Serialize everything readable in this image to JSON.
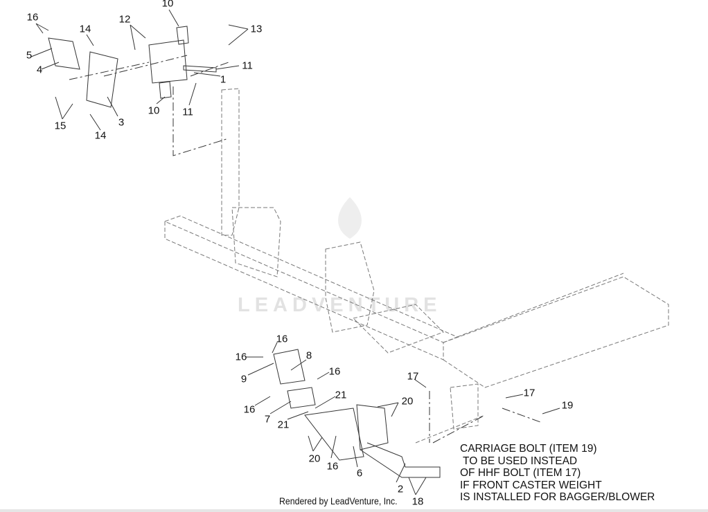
{
  "callouts": [
    "16",
    "5",
    "4",
    "14",
    "15",
    "3",
    "14",
    "12",
    "10",
    "13",
    "11",
    "1",
    "10",
    "11",
    "16",
    "16",
    "9",
    "8",
    "16",
    "16",
    "7",
    "21",
    "21",
    "20",
    "17",
    "17",
    "19",
    "20",
    "16",
    "6",
    "2",
    "18"
  ],
  "note": "CARRIAGE BOLT (ITEM 19)\n TO BE USED INSTEAD\nOF HHF BOLT (ITEM 17)\nIF FRONT CASTER WEIGHT\nIS INSTALLED FOR BAGGER/BLOWER",
  "credit": "Rendered by LeadVenture, Inc.",
  "watermark": "LEADVENTURE"
}
